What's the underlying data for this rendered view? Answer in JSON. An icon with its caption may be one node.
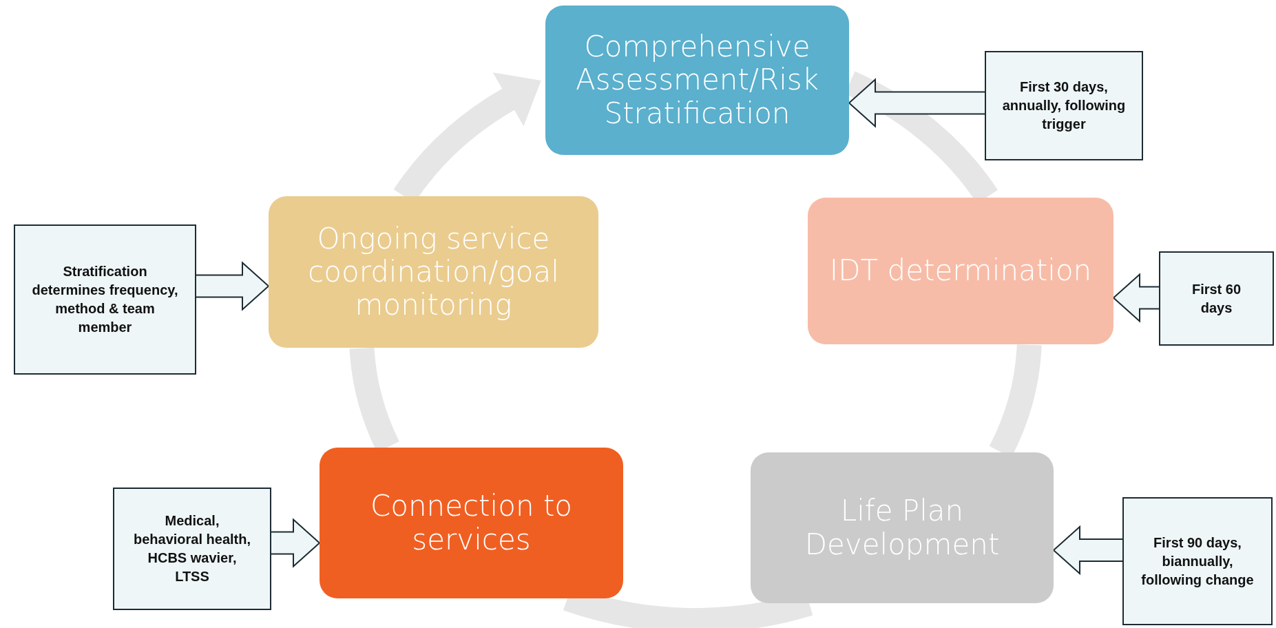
{
  "diagram": {
    "nodes": [
      {
        "text": [
          "Comprehensive Assessment/Risk Stratification"
        ]
      },
      {
        "text": [
          "First 30 days, annually, following trigger"
        ]
      },
      {
        "text": [
          "Ongoing service coordination/goal monitoring"
        ]
      },
      {
        "text": [
          "Stratification determines frequency, method & team member"
        ]
      },
      {
        "text": [
          "IDT determination"
        ]
      },
      {
        "text": [
          "First 60 days"
        ]
      },
      {
        "text": [
          "Connection to services"
        ]
      },
      {
        "text": [
          "Medical, behavioral health, HCBS wavier, LTSS"
        ]
      },
      {
        "text": [
          "Life Plan Development"
        ]
      },
      {
        "text": [
          "First 90 days, biannually, following change"
        ]
      }
    ],
    "edges": [
      {
        "from": 0,
        "to": 4,
        "arrow": "none"
      },
      {
        "from": 4,
        "to": 8,
        "arrow": "none"
      },
      {
        "from": 8,
        "to": 6,
        "arrow": "none"
      },
      {
        "from": 6,
        "to": 2,
        "arrow": "none"
      },
      {
        "from": 2,
        "to": 0,
        "arrow": "to"
      },
      {
        "from": 1,
        "to": 0,
        "arrow": "to"
      },
      {
        "from": 3,
        "to": 2,
        "arrow": "to"
      },
      {
        "from": 5,
        "to": 4,
        "arrow": "to"
      },
      {
        "from": 7,
        "to": 6,
        "arrow": "to"
      },
      {
        "from": 9,
        "to": 8,
        "arrow": "to"
      }
    ]
  }
}
